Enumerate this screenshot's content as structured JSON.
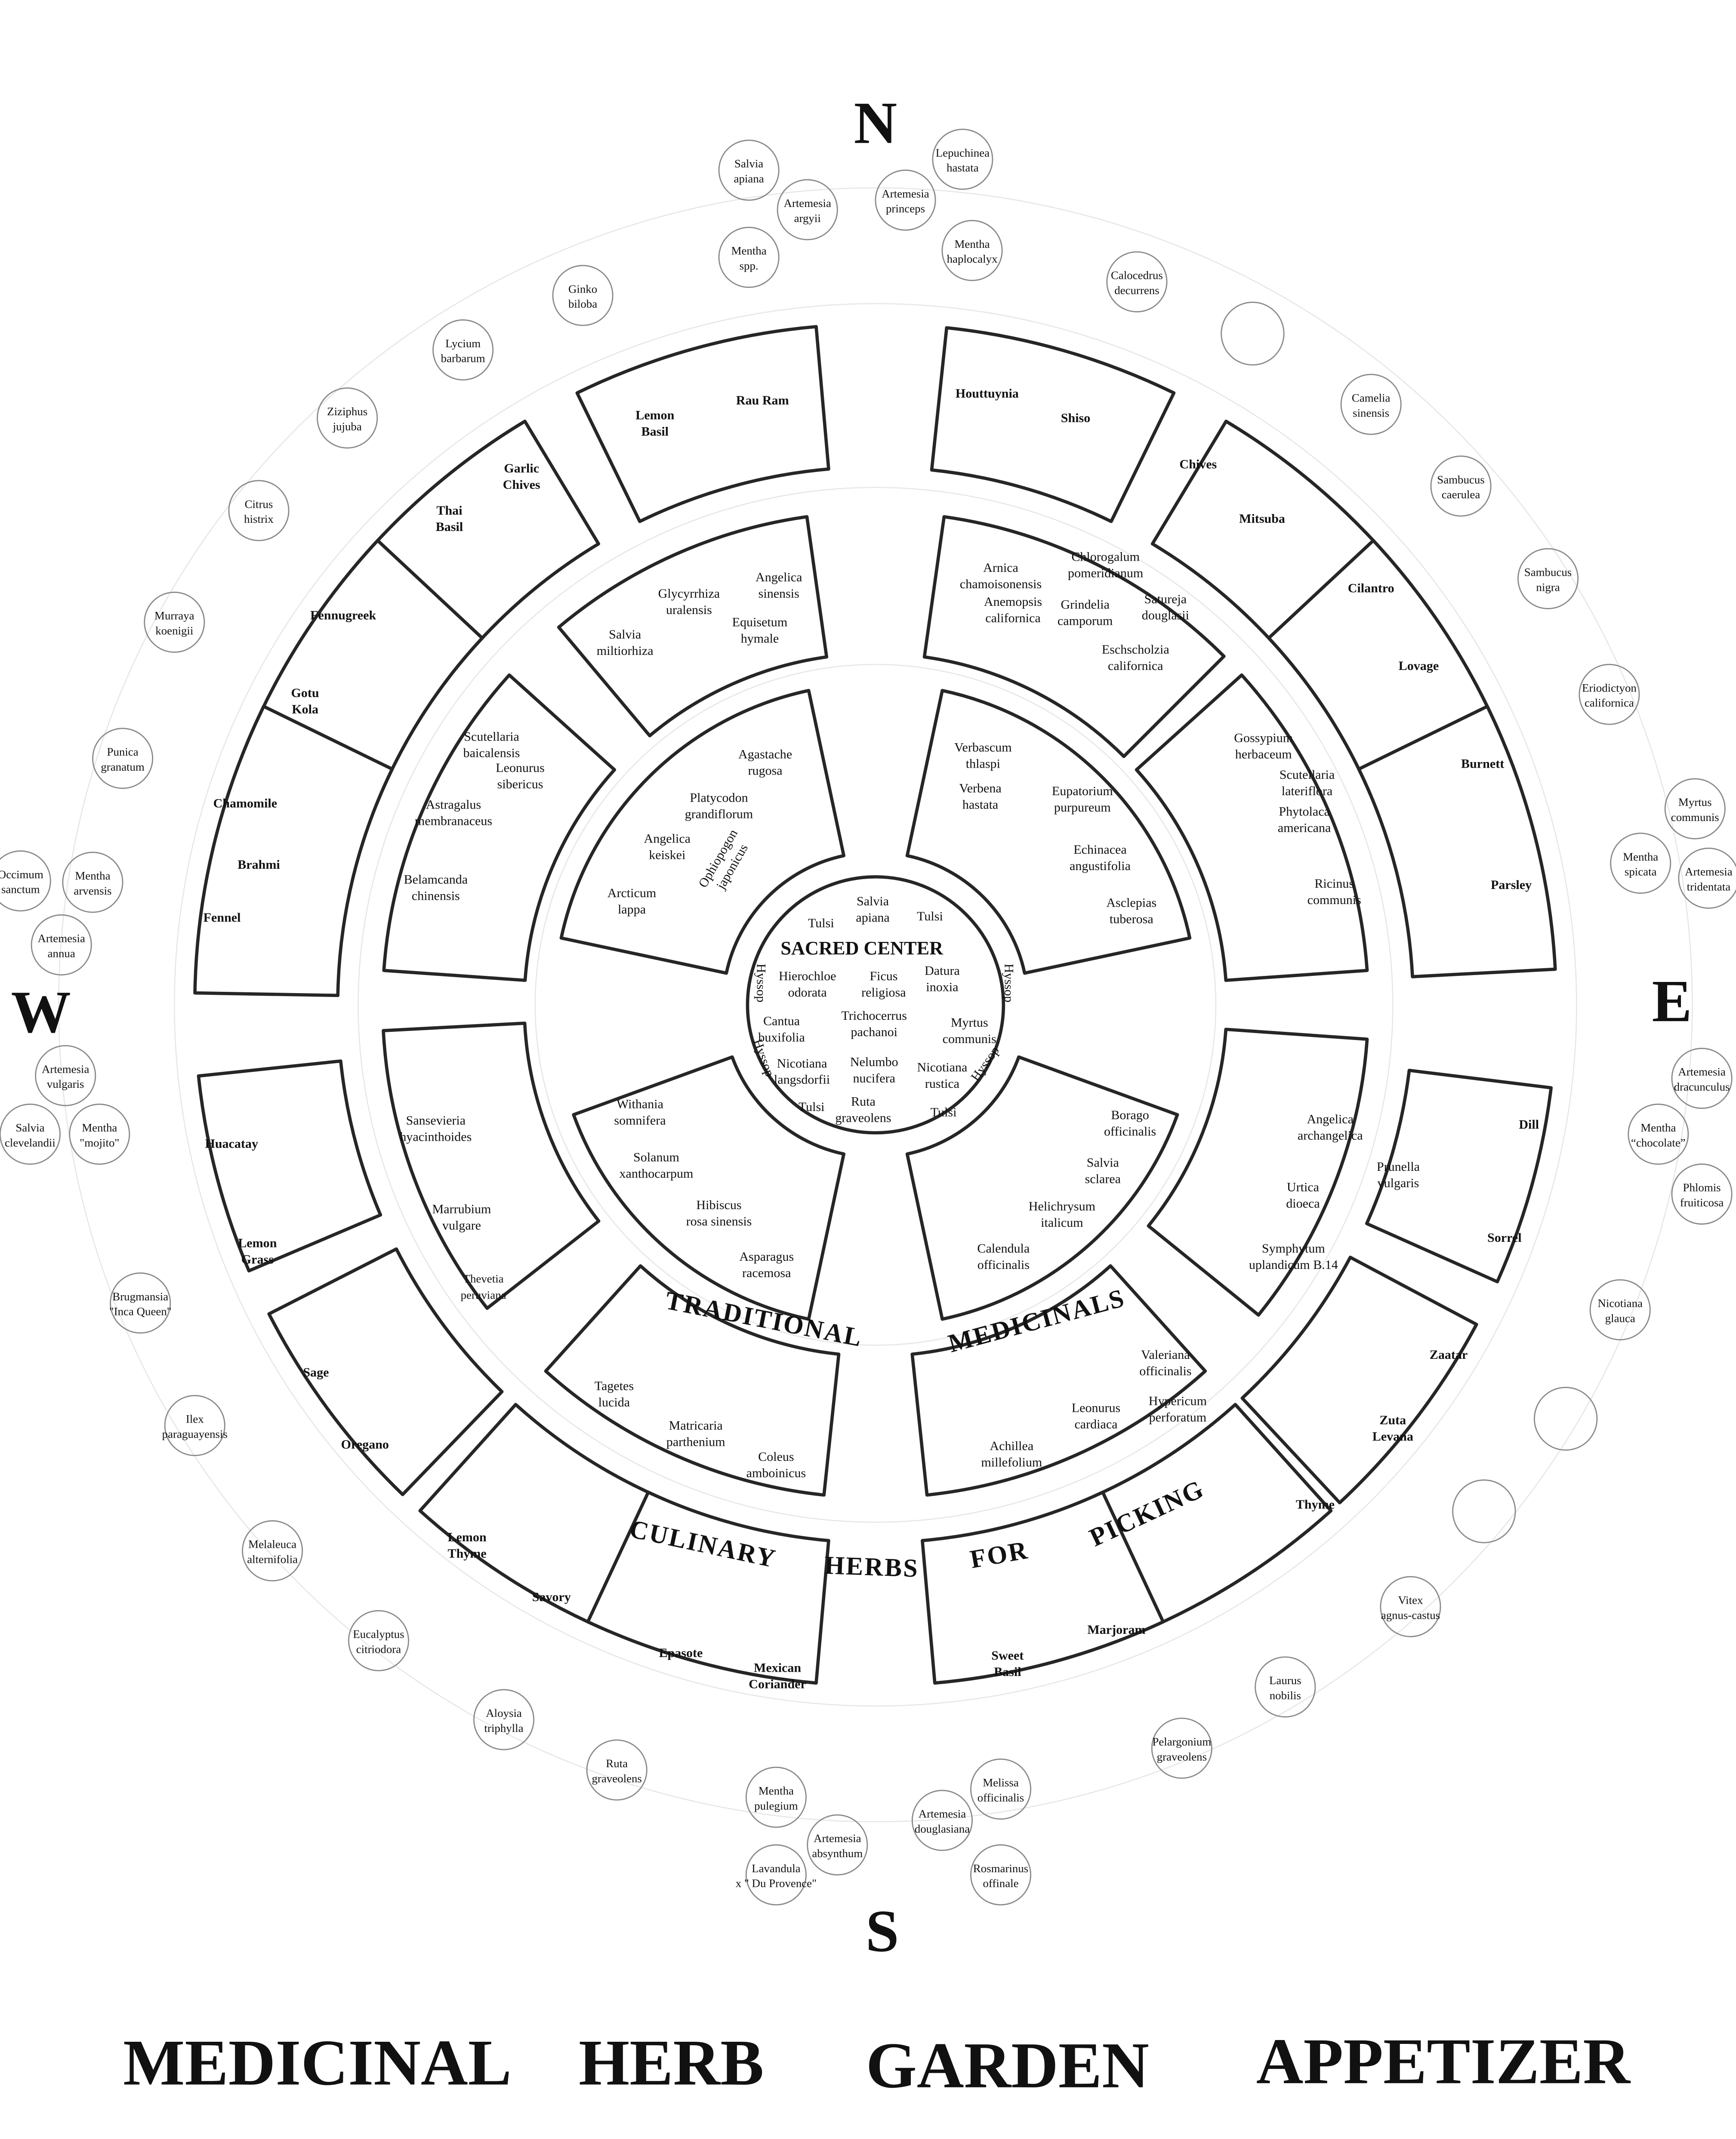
{
  "title": [
    "MEDICINAL",
    "HERB",
    "GARDEN",
    "APPETIZER"
  ],
  "compass": {
    "n": "N",
    "e": "E",
    "s": "S",
    "w": "W"
  },
  "ring_labels": {
    "traditional": "TRADITIONAL",
    "medicinals": "MEDICINALS",
    "culinary": "CULINARY",
    "herbs": "HERBS",
    "for": "FOR",
    "picking": "PICKING"
  },
  "sacred_center": {
    "title": "SACRED CENTER",
    "plants": [
      [
        "Tulsi"
      ],
      [
        "Salvia",
        "apiana"
      ],
      [
        "Tulsi"
      ],
      [
        "Hyssop"
      ],
      [
        "Hierochloe",
        "odorata"
      ],
      [
        "Ficus",
        "religiosa"
      ],
      [
        "Datura",
        "inoxia"
      ],
      [
        "Hyssop"
      ],
      [
        "Cantua",
        "buxifolia"
      ],
      [
        "Trichocerrus",
        "pachanoi"
      ],
      [
        "Myrtus",
        "communis"
      ],
      [
        "Hyssop"
      ],
      [
        "Nicotiana",
        "langsdorfii"
      ],
      [
        "Nelumbo",
        "nucifera"
      ],
      [
        "Nicotiana",
        "rustica"
      ],
      [
        "Hyssop"
      ],
      [
        "Tulsi"
      ],
      [
        "Ruta",
        "graveolens"
      ],
      [
        "Tulsi"
      ]
    ]
  },
  "beds": [
    {
      "plants": [
        [
          "Lemon",
          "Basil"
        ],
        [
          "Rau Ram"
        ]
      ]
    },
    {
      "plants": [
        [
          "Houttuynia"
        ],
        [
          "Shiso"
        ]
      ]
    },
    {
      "plants": [
        [
          "Garlic",
          "Chives"
        ],
        [
          "Thai",
          "Basil"
        ]
      ]
    },
    {
      "plants": [
        [
          "Chives"
        ],
        [
          "Mitsuba"
        ]
      ]
    },
    {
      "plants": [
        [
          "Fennugreek"
        ],
        [
          "Gotu",
          "Kola"
        ]
      ]
    },
    {
      "plants": [
        [
          "Cilantro"
        ],
        [
          "Lovage"
        ]
      ]
    },
    {
      "plants": [
        [
          "Chamomile"
        ],
        [
          "Brahmi"
        ],
        [
          "Fennel"
        ]
      ]
    },
    {
      "plants": [
        [
          "Burnett"
        ],
        [
          "Parsley"
        ]
      ]
    },
    {
      "plants": [
        [
          "Huacatay"
        ],
        [
          "Lemon",
          "Grass"
        ]
      ]
    },
    {
      "plants": [
        [
          "Dill"
        ],
        [
          "Sorrel"
        ]
      ]
    },
    {
      "plants": [
        [
          "Sage"
        ],
        [
          "Oregano"
        ]
      ]
    },
    {
      "plants": [
        [
          "Zaatar"
        ],
        [
          "Zuta",
          "Levana"
        ]
      ]
    },
    {
      "plants": [
        [
          "Lemon",
          "Thyme"
        ],
        [
          "Savory"
        ]
      ]
    },
    {
      "plants": [
        [
          "Thyme"
        ]
      ]
    },
    {
      "plants": [
        [
          "Epasote"
        ],
        [
          "Mexican",
          "Coriander"
        ]
      ]
    },
    {
      "plants": [
        [
          "Marjoram"
        ],
        [
          "Sweet",
          "Basil"
        ]
      ]
    },
    {
      "plants": [
        [
          "Glycyrrhiza",
          "uralensis"
        ],
        [
          "Angelica",
          "sinensis"
        ],
        [
          "Equisetum",
          "hymale"
        ],
        [
          "Salvia",
          "miltiorhiza"
        ]
      ]
    },
    {
      "plants": [
        [
          "Arnica",
          "chamoisonensis"
        ],
        [
          "Chlorogalum",
          "pomeridianum"
        ],
        [
          "Anemopsis",
          "californica"
        ],
        [
          "Grindelia",
          "camporum"
        ],
        [
          "Satureja",
          "douglasii"
        ],
        [
          "Eschscholzia",
          "californica"
        ]
      ]
    },
    {
      "plants": [
        [
          "Scutellaria",
          "baicalensis"
        ],
        [
          "Leonurus",
          "sibericus"
        ],
        [
          "Astragalus",
          "membranaceus"
        ],
        [
          "Belamcanda",
          "chinensis"
        ]
      ]
    },
    {
      "plants": [
        [
          "Gossypium",
          "herbaceum"
        ],
        [
          "Scutellaria",
          "lateriflora"
        ],
        [
          "Phytolaca",
          "americana"
        ],
        [
          "Ricinus",
          "communis"
        ]
      ]
    },
    {
      "plants": [
        [
          "Sansevieria",
          "hyacinthoides"
        ],
        [
          "Marrubium",
          "vulgare"
        ],
        [
          "Thevetia",
          "peruviana"
        ]
      ]
    },
    {
      "plants": [
        [
          "Angelica",
          "archangelica"
        ],
        [
          "Prunella",
          "vulgaris"
        ],
        [
          "Urtica",
          "dioeca"
        ],
        [
          "Symphytum",
          "uplandicum B.14"
        ]
      ]
    },
    {
      "plants": [
        [
          "Tagetes",
          "lucida"
        ],
        [
          "Matricaria",
          "parthenium"
        ],
        [
          "Coleus",
          "amboinicus"
        ]
      ]
    },
    {
      "plants": [
        [
          "Valeriana",
          "officinalis"
        ],
        [
          "Leonurus",
          "cardiaca"
        ],
        [
          "Hypericum",
          "perforatum"
        ],
        [
          "Achillea",
          "millefolium"
        ]
      ]
    },
    {
      "plants": [
        [
          "Agastache",
          "rugosa"
        ],
        [
          "Platycodon",
          "grandiflorum"
        ],
        [
          "Angelica",
          "keiskei"
        ],
        [
          "Ophiopogon",
          "japonicus"
        ],
        [
          "Arcticum",
          "lappa"
        ]
      ]
    },
    {
      "plants": [
        [
          "Verbascum",
          "thlaspi"
        ],
        [
          "Verbena",
          "hastata"
        ],
        [
          "Eupatorium",
          "purpureum"
        ],
        [
          "Echinacea",
          "angustifolia"
        ],
        [
          "Asclepias",
          "tuberosa"
        ]
      ]
    },
    {
      "plants": [
        [
          "Withania",
          "somnifera"
        ],
        [
          "Solanum",
          "xanthocarpum"
        ],
        [
          "Hibiscus",
          "rosa sinensis"
        ],
        [
          "Asparagus",
          "racemosa"
        ]
      ]
    },
    {
      "plants": [
        [
          "Borago",
          "officinalis"
        ],
        [
          "Salvia",
          "sclarea"
        ],
        [
          "Helichrysum",
          "italicum"
        ],
        [
          "Calendula",
          "officinalis"
        ]
      ]
    }
  ],
  "perimeter_plants": [
    [
      "Salvia",
      "apiana"
    ],
    [
      "Artemesia",
      "argyii"
    ],
    [
      "Lepuchinea",
      "hastata"
    ],
    [
      "Artemesia",
      "princeps"
    ],
    [
      "Mentha",
      "spp."
    ],
    [
      "Mentha",
      "haplocalyx"
    ],
    [
      "Calocedrus",
      "decurrens"
    ],
    [],
    [
      "Camelia",
      "sinensis"
    ],
    [
      "Sambucus",
      "caerulea"
    ],
    [
      "Sambucus",
      "nigra"
    ],
    [
      "Eriodictyon",
      "californica"
    ],
    [
      "Myrtus",
      "communis"
    ],
    [
      "Mentha",
      "spicata"
    ],
    [
      "Artemesia",
      "tridentata"
    ],
    [
      "Artemesia",
      "dracunculus"
    ],
    [
      "Mentha",
      "“chocolate”"
    ],
    [
      "Phlomis",
      "fruiticosa"
    ],
    [
      "Nicotiana",
      "glauca"
    ],
    [],
    [],
    [
      "Vitex",
      "agnus-castus"
    ],
    [
      "Laurus",
      "nobilis"
    ],
    [
      "Pelargonium",
      "graveolens"
    ],
    [
      "Melissa",
      "officinalis"
    ],
    [
      "Artemesia",
      "douglasiana"
    ],
    [
      "Rosmarinus",
      "offinale"
    ],
    [
      "Mentha",
      "pulegium"
    ],
    [
      "Artemesia",
      "absynthum"
    ],
    [
      "Lavandula",
      "x \" Du Provence\""
    ],
    [
      "Ruta",
      "graveolens"
    ],
    [
      "Aloysia",
      "triphylla"
    ],
    [
      "Eucalyptus",
      "citriodora"
    ],
    [
      "Melaleuca",
      "alternifolia"
    ],
    [
      "Ilex",
      "paraguayensis"
    ],
    [
      "Brugmansia",
      "\"Inca Queen\""
    ],
    [
      "Salvia",
      "clevelandii"
    ],
    [
      "Mentha",
      "\"mojito\""
    ],
    [
      "Artemesia",
      "vulgaris"
    ],
    [
      "Artemesia",
      "annua"
    ],
    [
      "Occimum",
      "sanctum"
    ],
    [
      "Mentha",
      "arvensis"
    ],
    [
      "Punica",
      "granatum"
    ],
    [
      "Murraya",
      "koenigii"
    ],
    [
      "Citrus",
      "histrix"
    ],
    [
      "Ziziphus",
      "jujuba"
    ],
    [
      "Lycium",
      "barbarum"
    ],
    [
      "Ginko",
      "biloba"
    ]
  ]
}
